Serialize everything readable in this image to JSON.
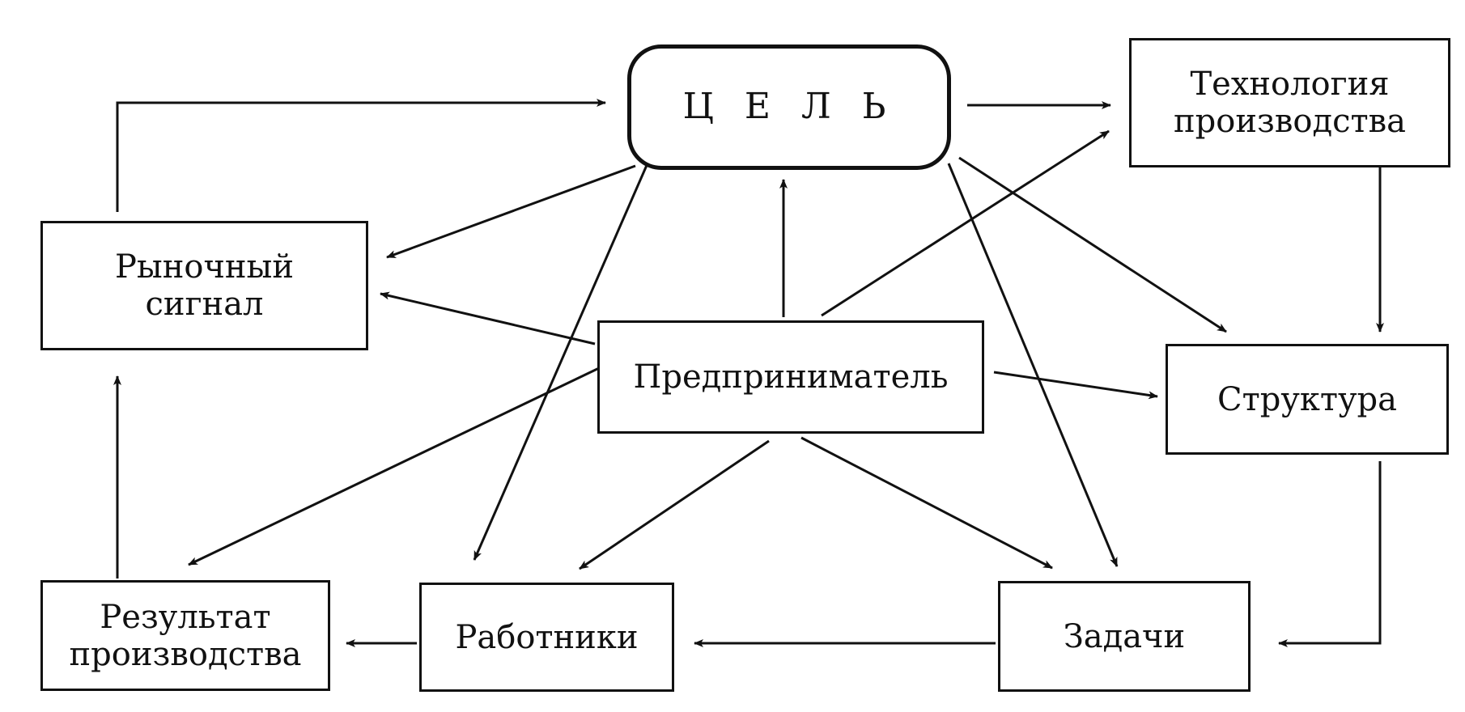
{
  "diagram": {
    "nodes": [
      {
        "id": "goal",
        "label": "Ц Е Л Ь"
      },
      {
        "id": "tech",
        "label": "Технология\nпроизводства"
      },
      {
        "id": "market",
        "label": "Рыночный\nсигнал"
      },
      {
        "id": "entre",
        "label": "Предприниматель"
      },
      {
        "id": "struct",
        "label": "Структура"
      },
      {
        "id": "result",
        "label": "Результат\nпроизводства"
      },
      {
        "id": "workers",
        "label": "Работники"
      },
      {
        "id": "tasks",
        "label": "Задачи"
      }
    ],
    "edges": [
      {
        "from": "market",
        "to": "goal"
      },
      {
        "from": "goal",
        "to": "tech"
      },
      {
        "from": "goal",
        "to": "market"
      },
      {
        "from": "goal",
        "to": "workers"
      },
      {
        "from": "goal",
        "to": "tasks"
      },
      {
        "from": "goal",
        "to": "struct"
      },
      {
        "from": "entre",
        "to": "goal"
      },
      {
        "from": "entre",
        "to": "tech"
      },
      {
        "from": "entre",
        "to": "market"
      },
      {
        "from": "entre",
        "to": "struct"
      },
      {
        "from": "entre",
        "to": "result"
      },
      {
        "from": "entre",
        "to": "workers"
      },
      {
        "from": "entre",
        "to": "tasks"
      },
      {
        "from": "tech",
        "to": "struct"
      },
      {
        "from": "struct",
        "to": "tasks"
      },
      {
        "from": "tasks",
        "to": "workers"
      },
      {
        "from": "workers",
        "to": "result"
      },
      {
        "from": "result",
        "to": "market"
      }
    ]
  }
}
